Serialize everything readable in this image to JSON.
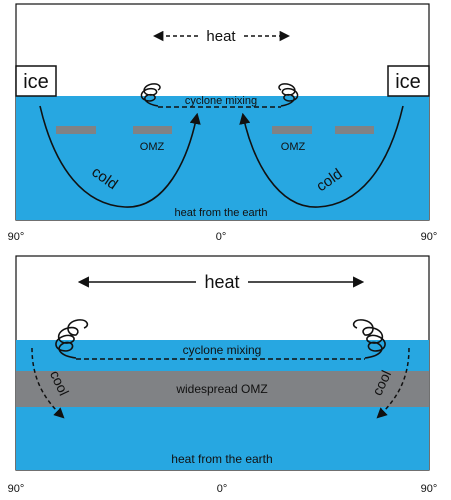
{
  "top_panel": {
    "heat_label": "heat",
    "ice_left": "ice",
    "ice_right": "ice",
    "cyclone_label": "cyclone mixing",
    "omz_left": "OMZ",
    "omz_right": "OMZ",
    "cold_left": "cold",
    "cold_right": "cold",
    "bottom_label": "heat from the earth"
  },
  "bottom_panel": {
    "heat_label": "heat",
    "cyclone_label": "cyclone mixing",
    "omz_label": "widespread OMZ",
    "cool_left": "cool",
    "cool_right": "cool",
    "bottom_label": "heat from the earth"
  },
  "axis": {
    "left": "90°",
    "center": "0°",
    "right": "90°"
  },
  "colors": {
    "ocean": "#27a7e1",
    "omz": "#808285",
    "ice_box": "#ffffff",
    "line": "#111111"
  }
}
